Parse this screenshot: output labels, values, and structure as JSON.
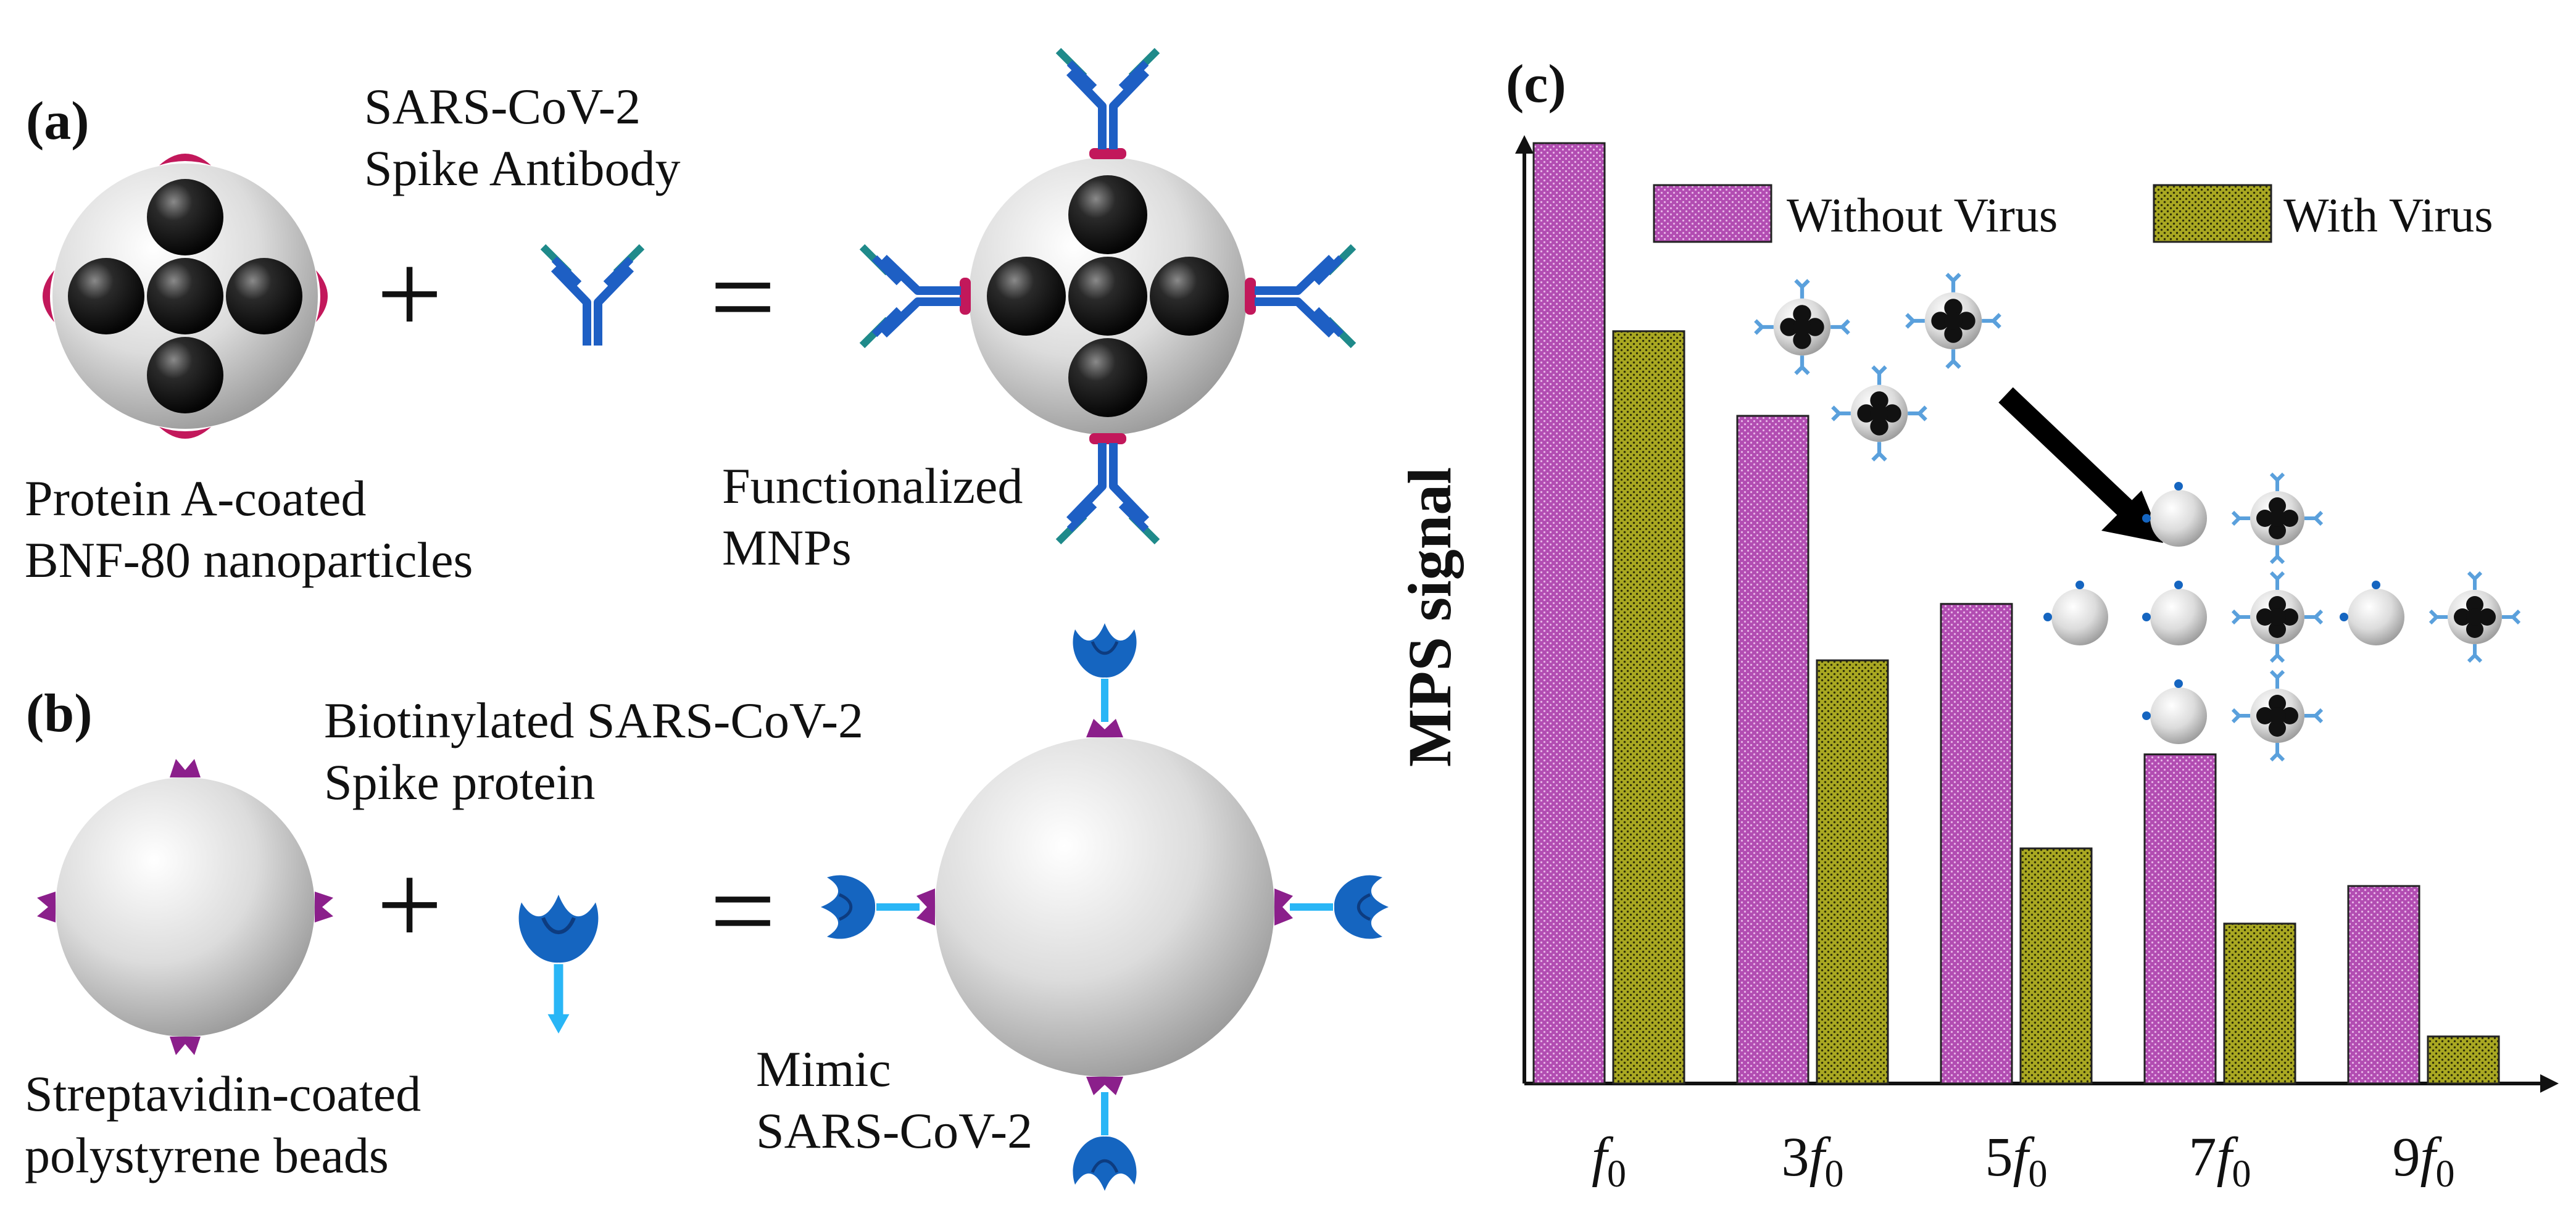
{
  "panels": {
    "a": {
      "tag": "(a)",
      "antibody_label": [
        "SARS-CoV-2",
        "Spike Antibody"
      ],
      "particle_label": [
        "Protein A-coated",
        "BNF-80 nanoparticles"
      ],
      "product_label": [
        "Functionalized",
        "MNPs"
      ],
      "plus": "+",
      "equals": "="
    },
    "b": {
      "tag": "(b)",
      "protein_label": [
        "Biotinylated SARS-CoV-2",
        "Spike protein"
      ],
      "bead_label": [
        "Streptavidin-coated",
        "polystyrene beads"
      ],
      "product_label": [
        "Mimic",
        "SARS-CoV-2"
      ],
      "plus": "+",
      "equals": "="
    },
    "c": {
      "tag": "(c)"
    }
  },
  "colors": {
    "without_virus": "#b24db2",
    "with_virus": "#a9a822",
    "antibody_blue": "#1e5fc4",
    "antibody_teal": "#1f8a8a",
    "protein_a": "#c2185b",
    "streptavidin": "#8b1f8b",
    "spike_blue": "#1565c0",
    "biotin_cyan": "#29b6f6"
  },
  "chart_data": {
    "type": "bar",
    "title": "",
    "xlabel": "",
    "ylabel": "MPS signal",
    "categories": [
      "f",
      "3f",
      "5f",
      "7f",
      "9f"
    ],
    "category_subscript": "0",
    "ylim": [
      0,
      100
    ],
    "grid": false,
    "legend": "top-right",
    "series": [
      {
        "name": "Without Virus",
        "values": [
          100,
          71,
          51,
          35,
          21
        ]
      },
      {
        "name": "With Virus",
        "values": [
          80,
          45,
          25,
          17,
          5
        ]
      }
    ]
  }
}
